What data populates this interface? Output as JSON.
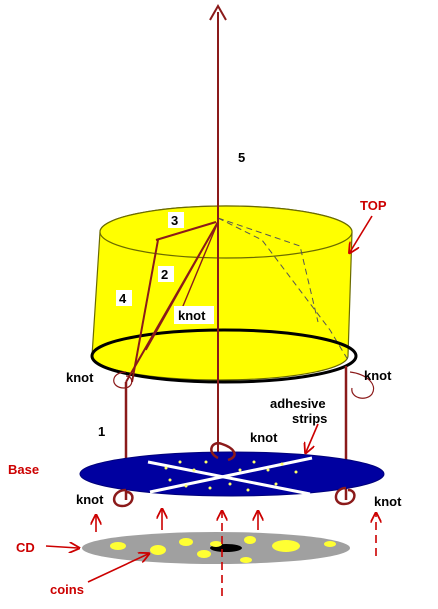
{
  "labels": {
    "step1": "1",
    "step2": "2",
    "step3": "3",
    "step4": "4",
    "step5": "5",
    "knot_center_top": "knot",
    "knot_left_rim": "knot",
    "knot_right_rim": "knot",
    "knot_base_center": "knot",
    "knot_base_left": "knot",
    "knot_base_right": "knot",
    "top": "TOP",
    "adhesive_line1": "adhesive",
    "adhesive_line2": "strips",
    "base": "Base",
    "cd": "CD",
    "coins": "coins"
  },
  "colors": {
    "lampshade_fill": "#ffff00",
    "lampshade_stroke": "#6b6b00",
    "rim": "#000000",
    "string": "#8b1a1a",
    "label_red": "#cc0000",
    "base_fill": "#0000a0",
    "base_stroke": "#00007a",
    "cd_fill": "#a0a0a0",
    "coin": "#ffff33",
    "knot_box": "#ffffff"
  }
}
